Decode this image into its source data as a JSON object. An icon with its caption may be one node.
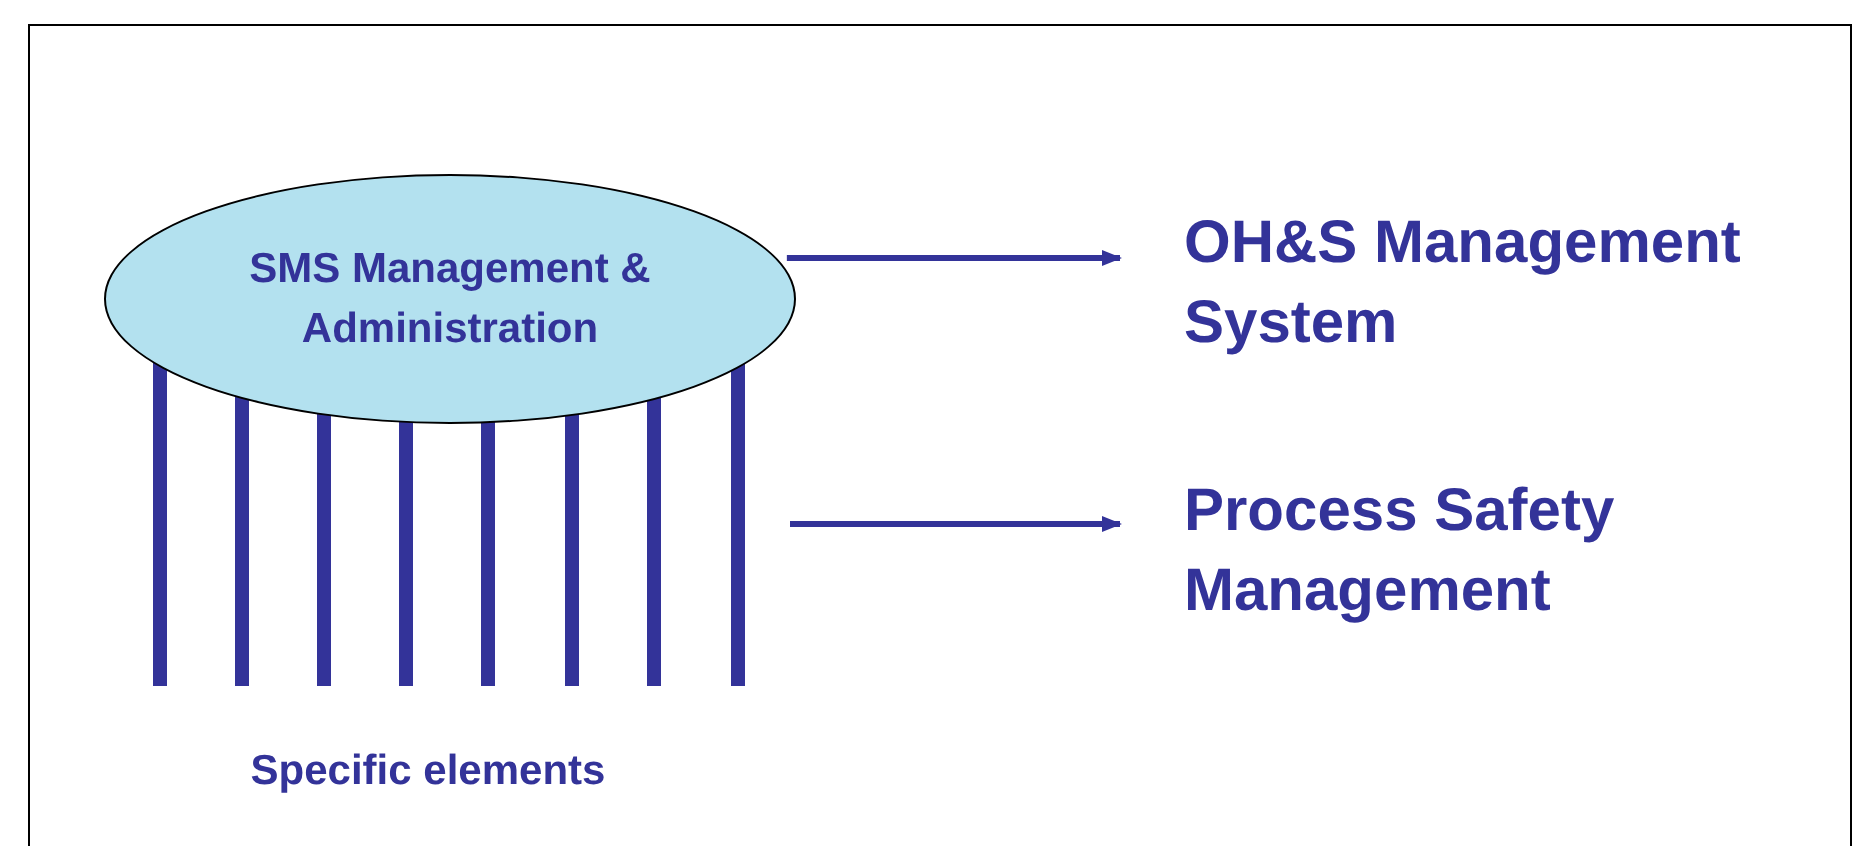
{
  "diagram": {
    "nodes": [
      {
        "text": [
          "SMS Management & Administration"
        ]
      },
      {
        "text": [
          "OH&S Management System"
        ]
      },
      {
        "text": [
          "Process Safety Management"
        ]
      }
    ],
    "edges": [
      {
        "from": 0,
        "to": 1,
        "arrow": "to"
      },
      {
        "from": null,
        "to": 2,
        "arrow": "to"
      }
    ],
    "labels": [
      "Specific elements"
    ]
  }
}
